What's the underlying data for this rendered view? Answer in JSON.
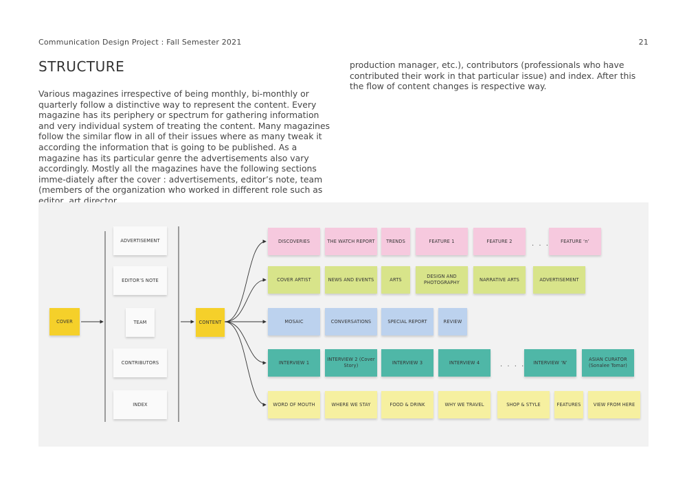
{
  "header": {
    "project": "Communication Design Project : Fall Semester 2021",
    "page_number": "21"
  },
  "section_title": "STRUCTURE",
  "body_text": {
    "left": "Various magazines irrespective of being monthly, bi-monthly or quarterly follow a distinctive way to represent the content. Every magazine has its periphery or spectrum for gathering information and very individual system of treating the content. Many magazines follow the similar flow in all of their issues where as many tweak it according the information that is going to be published. As a magazine has its particular genre the advertisements also vary accordingly. Mostly all the magazines have the following sections imme-diately after the cover : advertisements, editor’s note, team (members of the organization who worked in different role such as editor, art director,",
    "right": "production manager, etc.), contributors (professionals who have contributed their work in that particular issue) and index. After this the flow of content changes is respective way."
  },
  "diagram": {
    "cover": "COVER",
    "content": "CONTENT",
    "front_matter": [
      "ADVERTISEMENT",
      "EDITOR’S NOTE",
      "TEAM",
      "CONTRIBUTORS",
      "INDEX"
    ],
    "ellipsis": ". . . .",
    "rows": {
      "pink": [
        "DISCOVERIES",
        "THE WATCH REPORT",
        "TRENDS",
        "FEATURE 1",
        "FEATURE 2",
        "FEATURE ‘n’"
      ],
      "lime": [
        "COVER ARTIST",
        "NEWS AND EVENTS",
        "ARTS",
        "DESIGN AND PHOTOGRAPHY",
        "NARRATIVE ARTS",
        "ADVERTISEMENT"
      ],
      "blue": [
        "MOSAIC",
        "CONVERSATIONS",
        "SPECIAL REPORT",
        "REVIEW"
      ],
      "teal": [
        "INTERVIEW 1",
        "INTERVIEW 2 (Cover Story)",
        "INTERVIEW 3",
        "INTERVIEW 4",
        "INTERVIEW ‘N’",
        "ASIAN CURATOR (Sonalee Tomar)"
      ],
      "cream": [
        "WORD OF MOUTH",
        "WHERE WE STAY",
        "FOOD & DRINK",
        "WHY WE TRAVEL",
        "SHOP & STYLE",
        "FEATURES",
        "VIEW FROM HERE"
      ]
    },
    "colors": {
      "cover": "#f5d02a",
      "pink": "#f6c9de",
      "lime": "#d8e48a",
      "blue": "#bcd2ee",
      "teal": "#4fb7a7",
      "cream": "#f6f0a0"
    }
  }
}
